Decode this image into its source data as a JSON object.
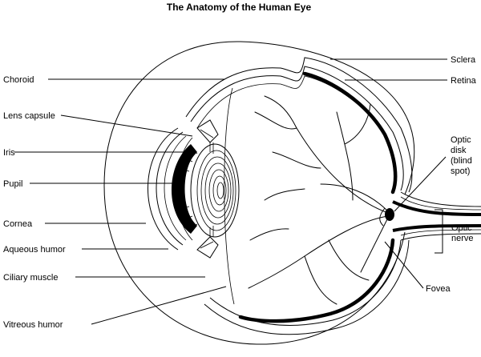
{
  "title": "The Anatomy of the Human Eye",
  "labels": {
    "choroid": "Choroid",
    "lens_capsule": "Lens capsule",
    "iris": "Iris",
    "pupil": "Pupil",
    "cornea": "Cornea",
    "aqueous_humor": "Aqueous humor",
    "ciliary_muscle": "Ciliary muscle",
    "vitreous_humor": "Vitreous humor",
    "sclera": "Sclera",
    "retina": "Retina",
    "optic_disk": [
      "Optic",
      "disk",
      "(blind",
      "spot)"
    ],
    "optic_nerve": [
      "Optic",
      "nerve"
    ],
    "fovea": "Fovea"
  }
}
